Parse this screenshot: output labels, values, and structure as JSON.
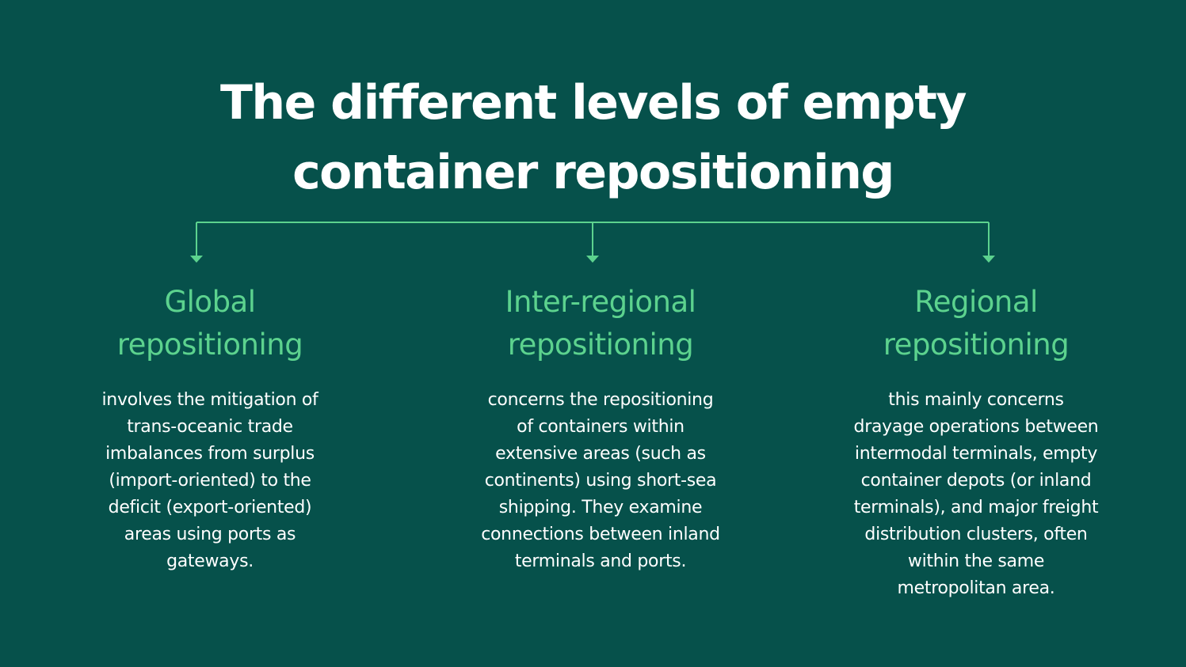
{
  "title": {
    "line1": "The different levels of empty",
    "line2": "container repositioning"
  },
  "colors": {
    "background": "#06514b",
    "accent": "#5cd28e",
    "text": "#ffffff"
  },
  "columns": [
    {
      "heading": [
        "Global",
        "repositioning"
      ],
      "body": [
        "involves the mitigation of",
        "trans-oceanic trade",
        "imbalances from surplus",
        "(import-oriented) to the",
        "deficit (export-oriented)",
        "areas using ports as",
        "gateways."
      ]
    },
    {
      "heading": [
        "Inter-regional",
        "repositioning"
      ],
      "body": [
        "concerns the repositioning",
        "of containers within",
        "extensive areas (such as",
        "continents) using short-sea",
        "shipping. They examine",
        "connections between inland",
        "terminals and ports."
      ]
    },
    {
      "heading": [
        "Regional",
        "repositioning"
      ],
      "body": [
        "this mainly concerns",
        "drayage operations between",
        "intermodal terminals, empty",
        "container depots (or inland",
        "terminals), and major freight",
        "distribution clusters, often",
        "within the same",
        "metropolitan area."
      ]
    }
  ]
}
